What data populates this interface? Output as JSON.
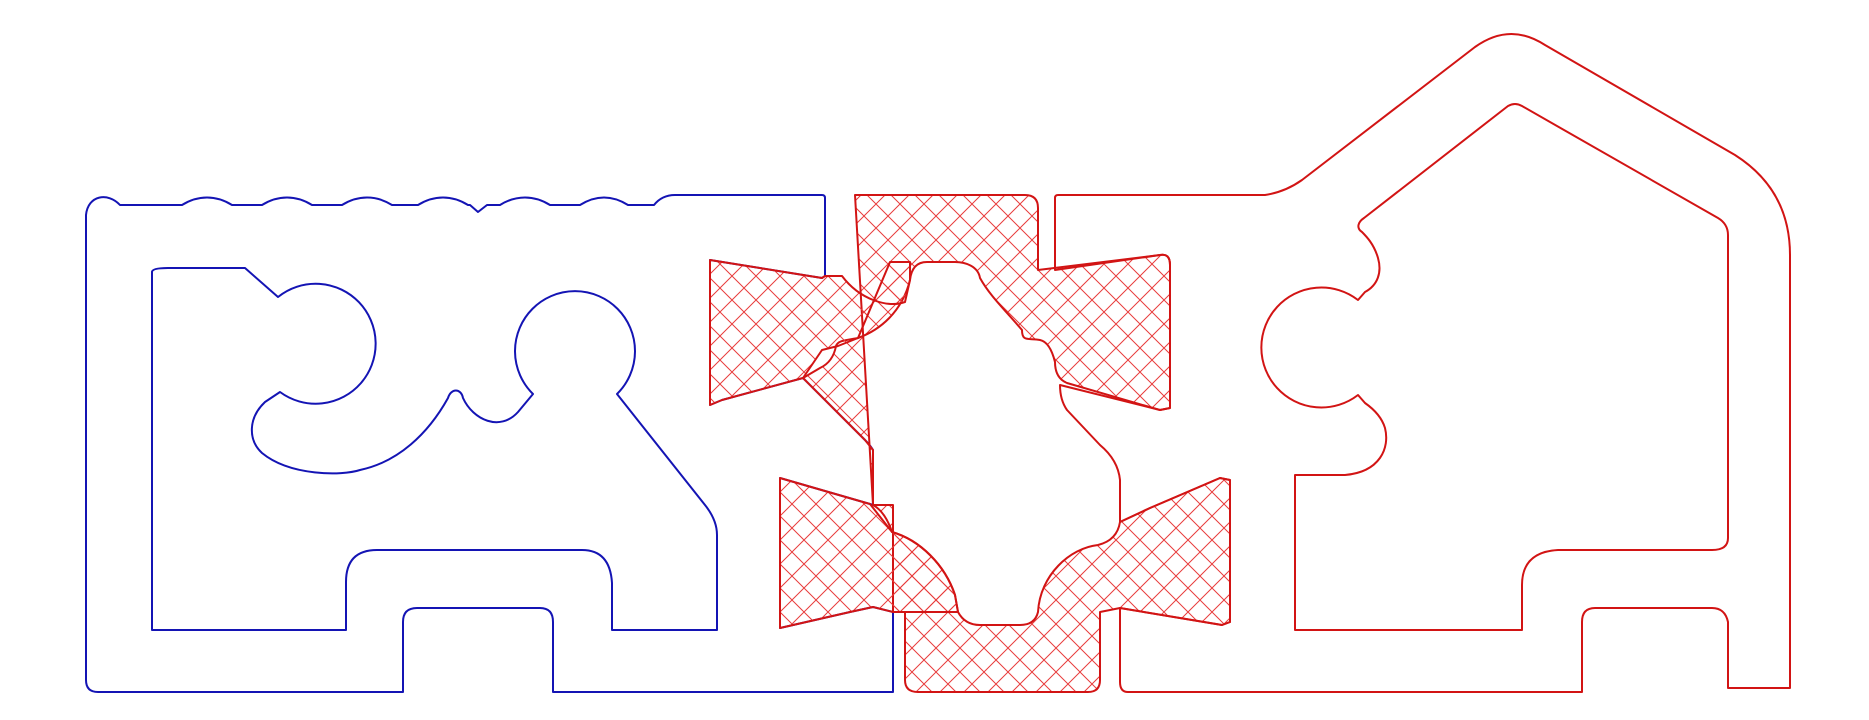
{
  "diagram": {
    "colors": {
      "left_profile": "#1414b4",
      "right_profile": "#d21414",
      "hatch": "#e83c3c",
      "background": "#ffffff"
    },
    "parts": [
      {
        "name": "left-profile",
        "color_key": "left_profile",
        "style": "outline"
      },
      {
        "name": "center-connector",
        "color_key": "right_profile",
        "style": "hatched"
      },
      {
        "name": "right-profile",
        "color_key": "right_profile",
        "style": "outline"
      }
    ]
  }
}
